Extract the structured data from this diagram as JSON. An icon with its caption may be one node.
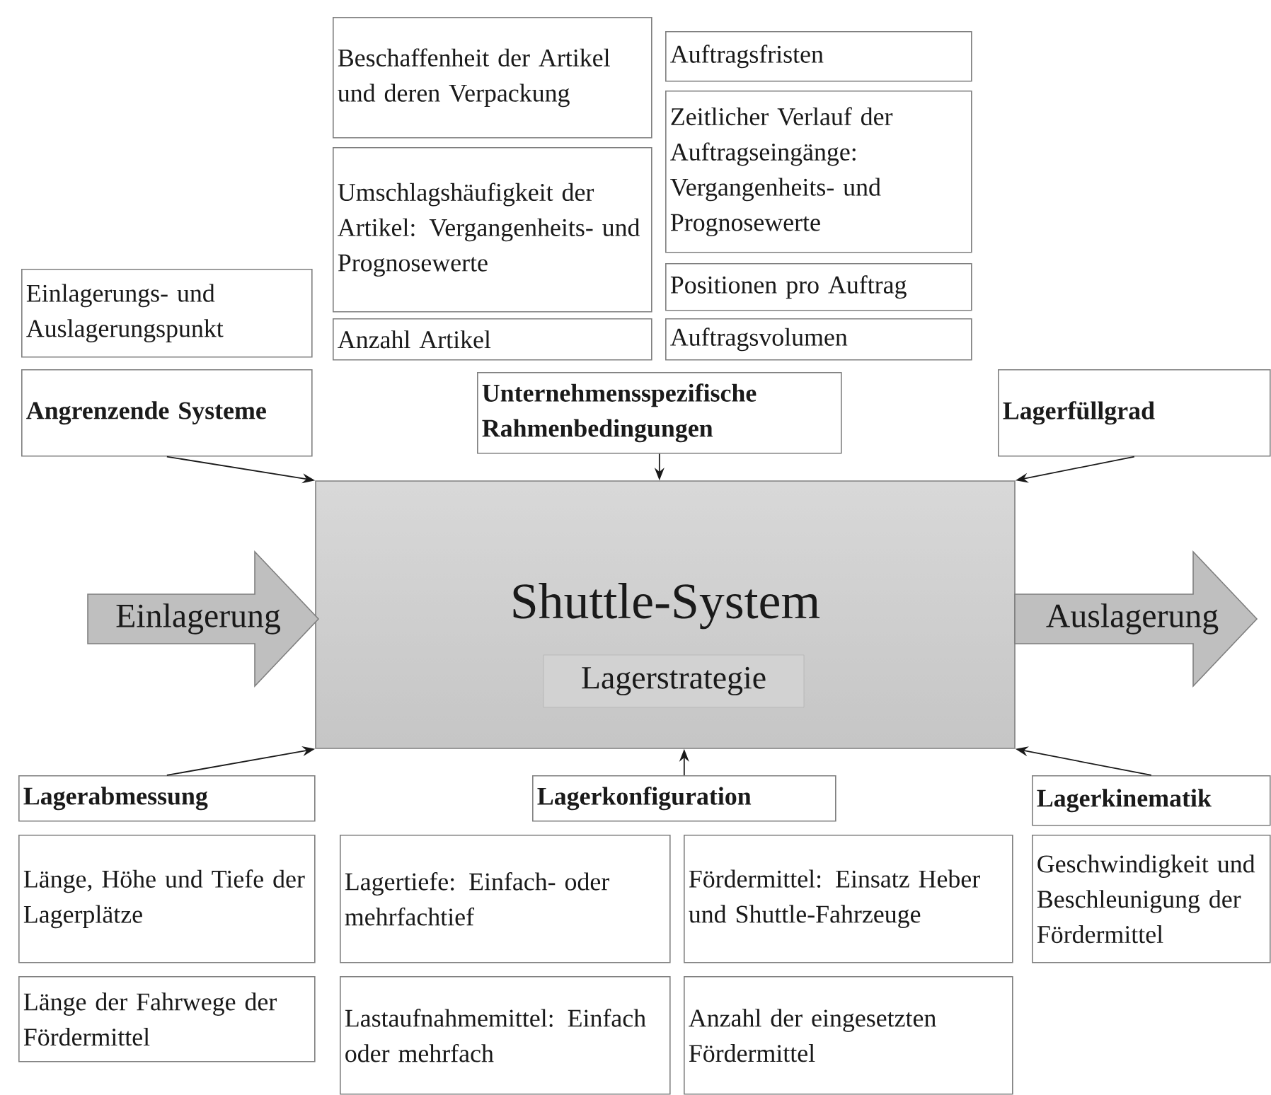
{
  "diagram": {
    "nodes": [
      {
        "text": [
          "Beschaffenheit der Artikel und deren Verpackung"
        ]
      },
      {
        "text": [
          "Auftragsfristen"
        ]
      },
      {
        "text": [
          "Zeitlicher Verlauf der Auftragseingänge: Vergangenheits- und Prognosewerte"
        ]
      },
      {
        "text": [
          "Umschlagshäufigkeit der Artikel: Vergangenheits- und Prognosewerte"
        ]
      },
      {
        "text": [
          "Positionen pro Auftrag"
        ]
      },
      {
        "text": [
          "Einlagerungs- und Auslagerungspunkt"
        ]
      },
      {
        "text": [
          "Anzahl Artikel"
        ]
      },
      {
        "text": [
          "Auftragsvolumen"
        ]
      },
      {
        "text": [
          "Angrenzende Systeme"
        ]
      },
      {
        "text": [
          "Unternehmensspezifische Rahmenbedingungen"
        ]
      },
      {
        "text": [
          "Lagerfüllgrad"
        ]
      },
      {
        "text": [
          "Shuttle-System"
        ]
      },
      {
        "text": [
          "Lagerstrategie"
        ],
        "in": 11
      },
      {
        "text": [
          "Einlagerung"
        ]
      },
      {
        "text": [
          "Auslagerung"
        ]
      },
      {
        "text": [
          "Lagerabmessung"
        ]
      },
      {
        "text": [
          "Lagerkonfiguration"
        ]
      },
      {
        "text": [
          "Lagerkinematik"
        ]
      },
      {
        "text": [
          "Länge, Höhe und Tiefe der Lagerplätze"
        ]
      },
      {
        "text": [
          "Lagertiefe: Einfach- oder mehrfachtief"
        ]
      },
      {
        "text": [
          "Fördermittel: Einsatz Heber und Shuttle-Fahrzeuge"
        ]
      },
      {
        "text": [
          "Geschwindigkeit und Beschleunigung der Fördermittel"
        ]
      },
      {
        "text": [
          "Länge der Fahrwege der Fördermittel"
        ]
      },
      {
        "text": [
          "Lastaufnahmemittel: Einfach oder mehrfach"
        ]
      },
      {
        "text": [
          "Anzahl der eingesetzten Fördermittel"
        ]
      }
    ],
    "edges": [
      {
        "from": 8,
        "to": 11,
        "arrow": "to"
      },
      {
        "from": 9,
        "to": 11,
        "arrow": "to"
      },
      {
        "from": 10,
        "to": 11,
        "arrow": "to"
      },
      {
        "from": 15,
        "to": 11,
        "arrow": "to"
      },
      {
        "from": 16,
        "to": 11,
        "arrow": "to"
      },
      {
        "from": 17,
        "to": 11,
        "arrow": "to"
      }
    ]
  }
}
